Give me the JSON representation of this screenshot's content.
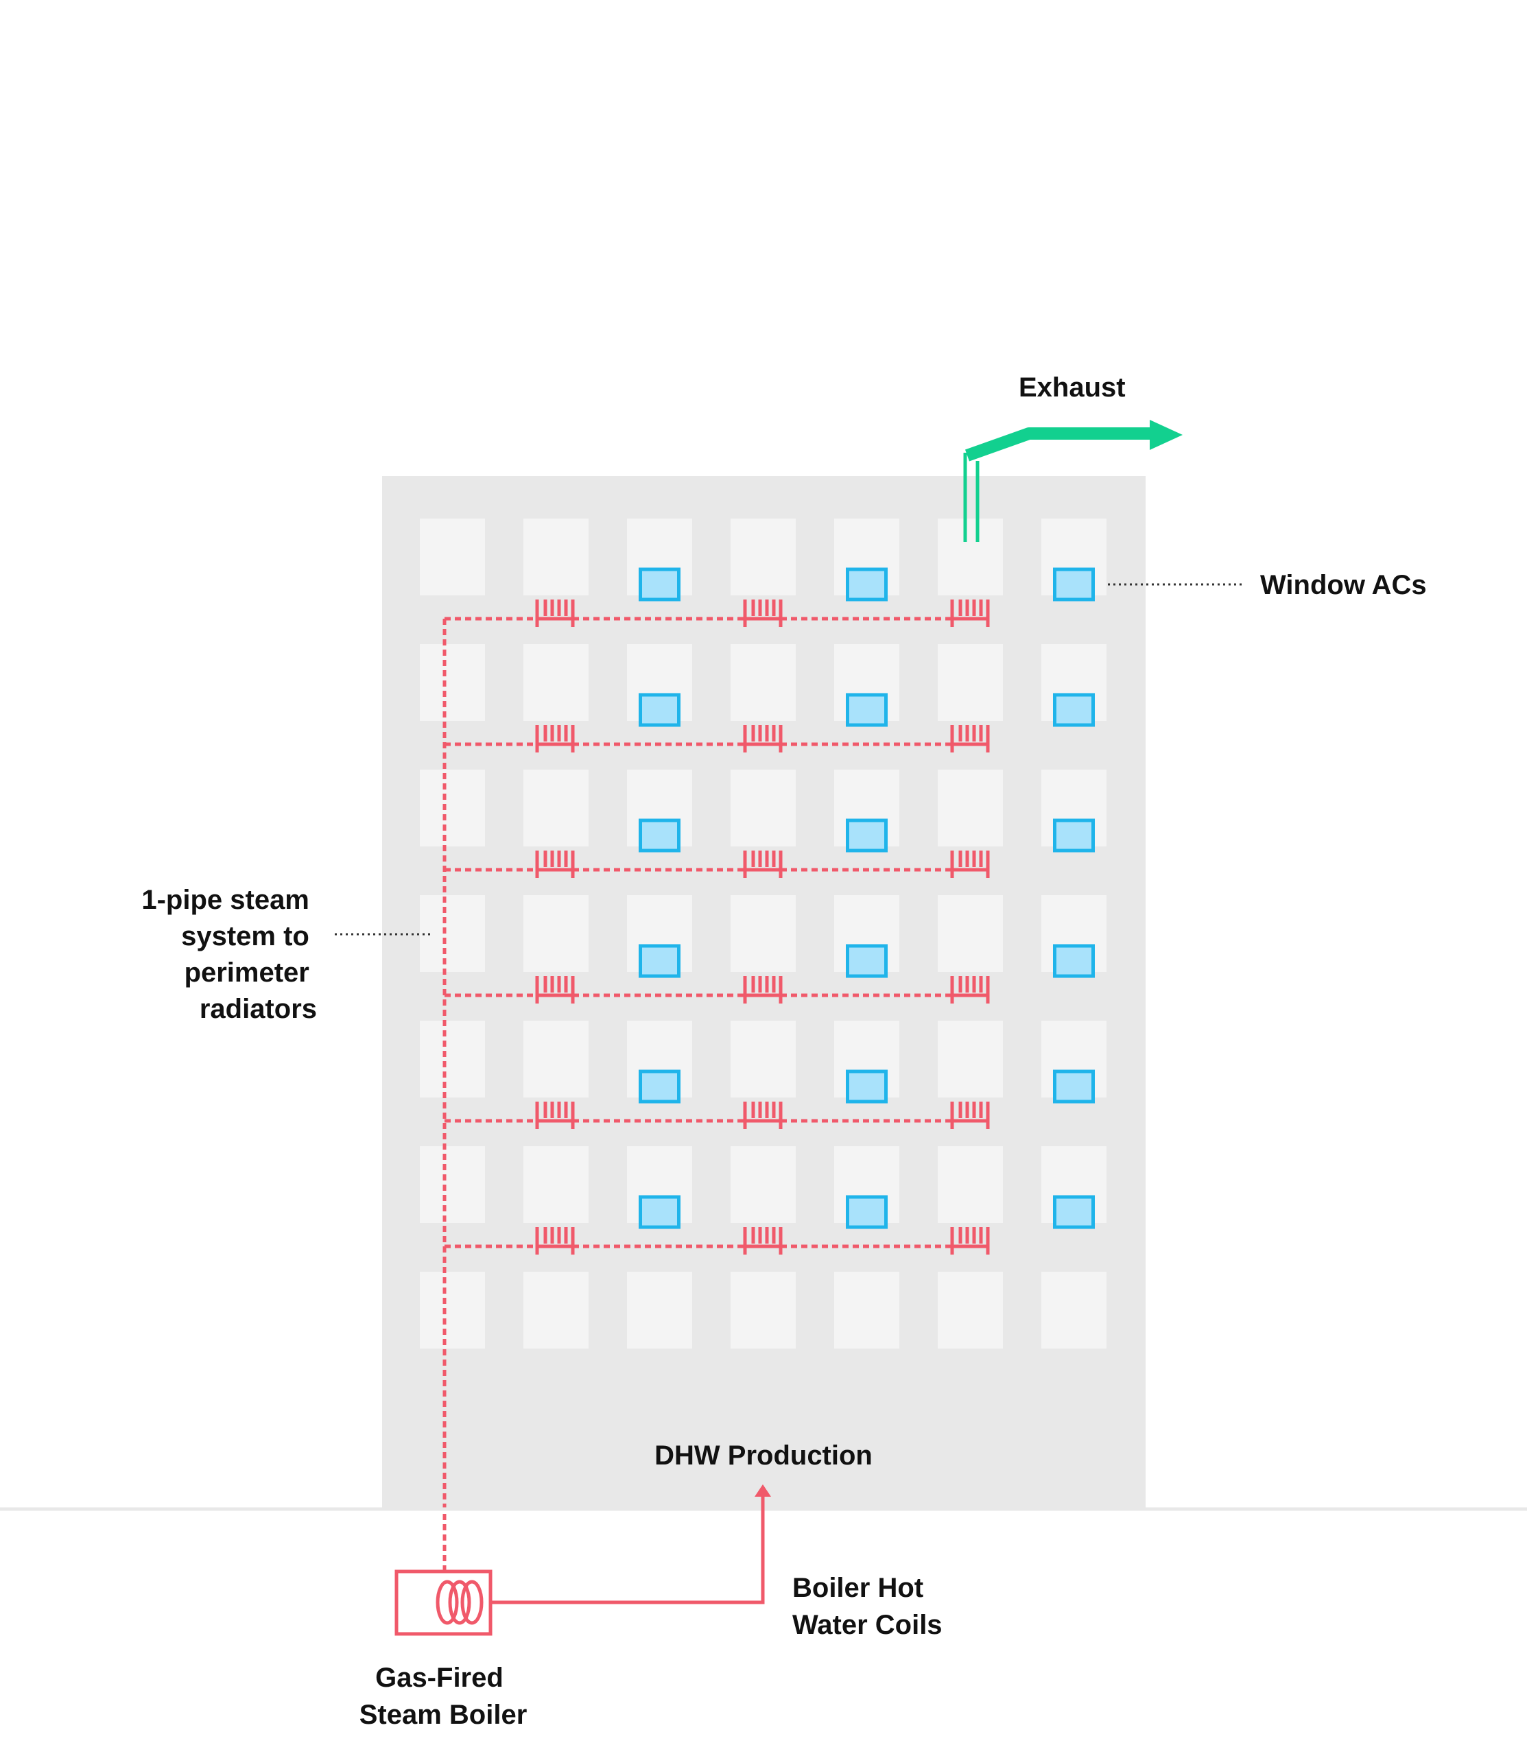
{
  "labels": {
    "exhaust": "Exhaust",
    "window_acs": "Window ACs",
    "steam_system": [
      "1-pipe steam",
      "system to",
      "perimeter",
      "radiators"
    ],
    "dhw_production": "DHW Production",
    "boiler_coils": [
      "Boiler Hot",
      "Water Coils"
    ],
    "boiler": [
      "Gas-Fired",
      "Steam Boiler"
    ]
  },
  "colors": {
    "building": "#e8e8e8",
    "window": "#f4f4f4",
    "steam_pipe": "#f0596a",
    "window_ac_fill": "#a9e2fb",
    "window_ac_stroke": "#1fb4ea",
    "exhaust": "#12d08f",
    "ground": "#e8e8e8",
    "leader": "#333333"
  }
}
